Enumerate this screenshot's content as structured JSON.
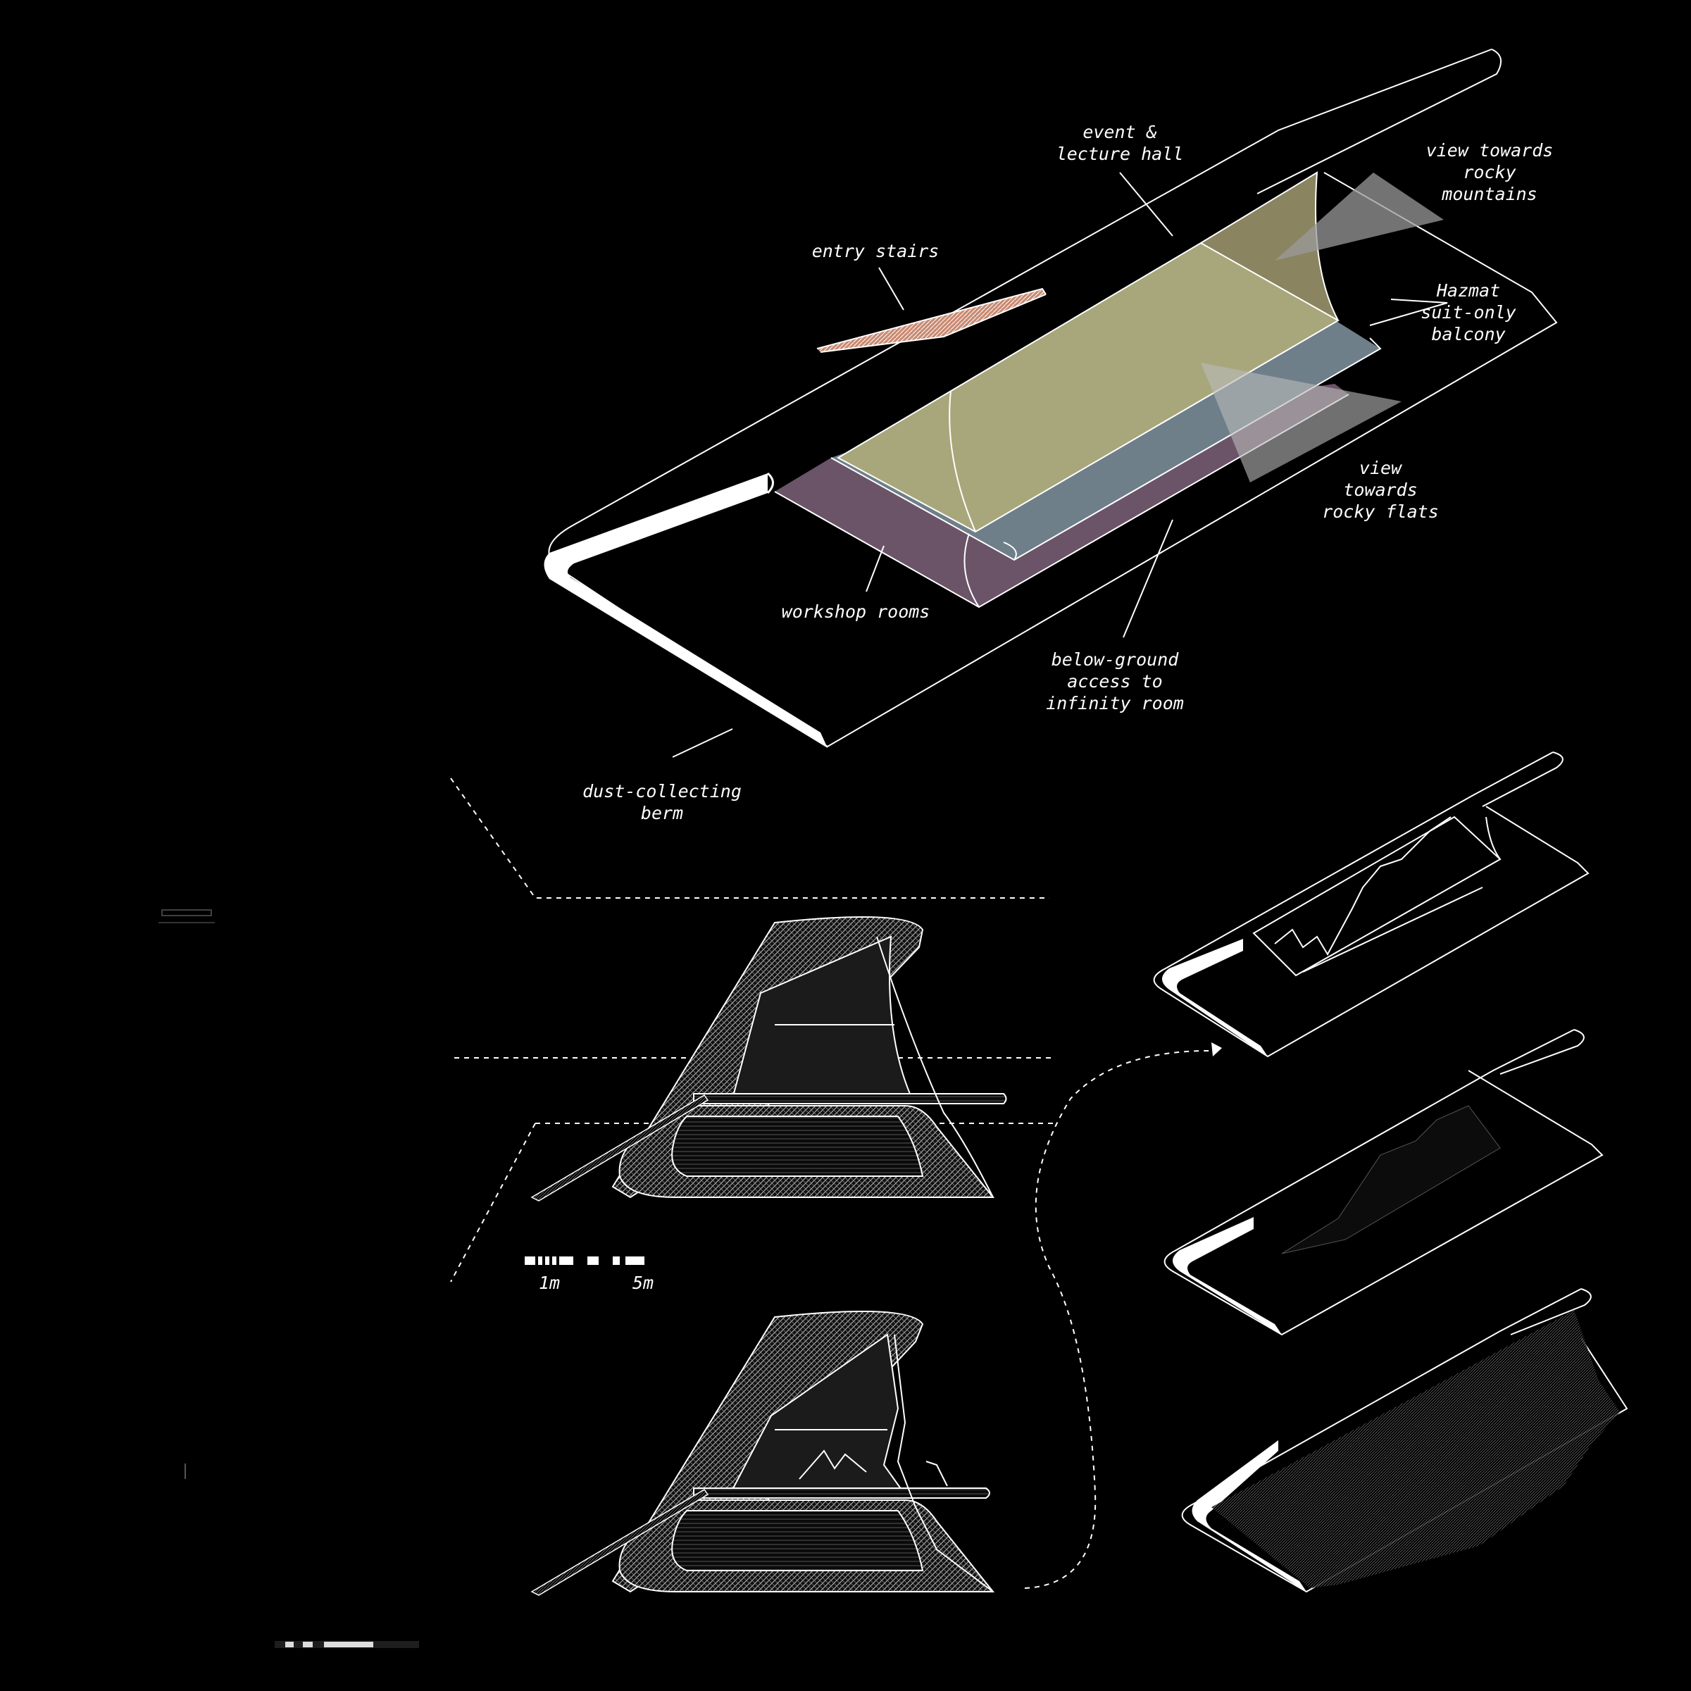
{
  "labels": {
    "event_hall": [
      "event &",
      "lecture hall"
    ],
    "view_mountains": [
      "view towards",
      "rocky",
      "mountains"
    ],
    "entry_stairs": [
      "entry stairs"
    ],
    "hazmat": [
      "Hazmat",
      "suit-only",
      "balcony"
    ],
    "view_flats": [
      "view",
      "towards",
      "rocky flats"
    ],
    "workshop": [
      "workshop rooms"
    ],
    "below_ground": [
      "below-ground",
      "access to",
      "infinity room"
    ],
    "berm": [
      "dust-collecting",
      "berm"
    ]
  },
  "scale_bar": {
    "min_label": "1m",
    "max_label": "5m"
  },
  "colors": {
    "background": "#000000",
    "line": "#ffffff",
    "event_hall_fill": "#a8a77b",
    "event_hall_end": "#8a8460",
    "balcony_fill": "#6e7f8a",
    "workshop_fill": "#6b5468",
    "stairs_fill": "#c98a72",
    "view_cone": "#9a9a9a"
  }
}
